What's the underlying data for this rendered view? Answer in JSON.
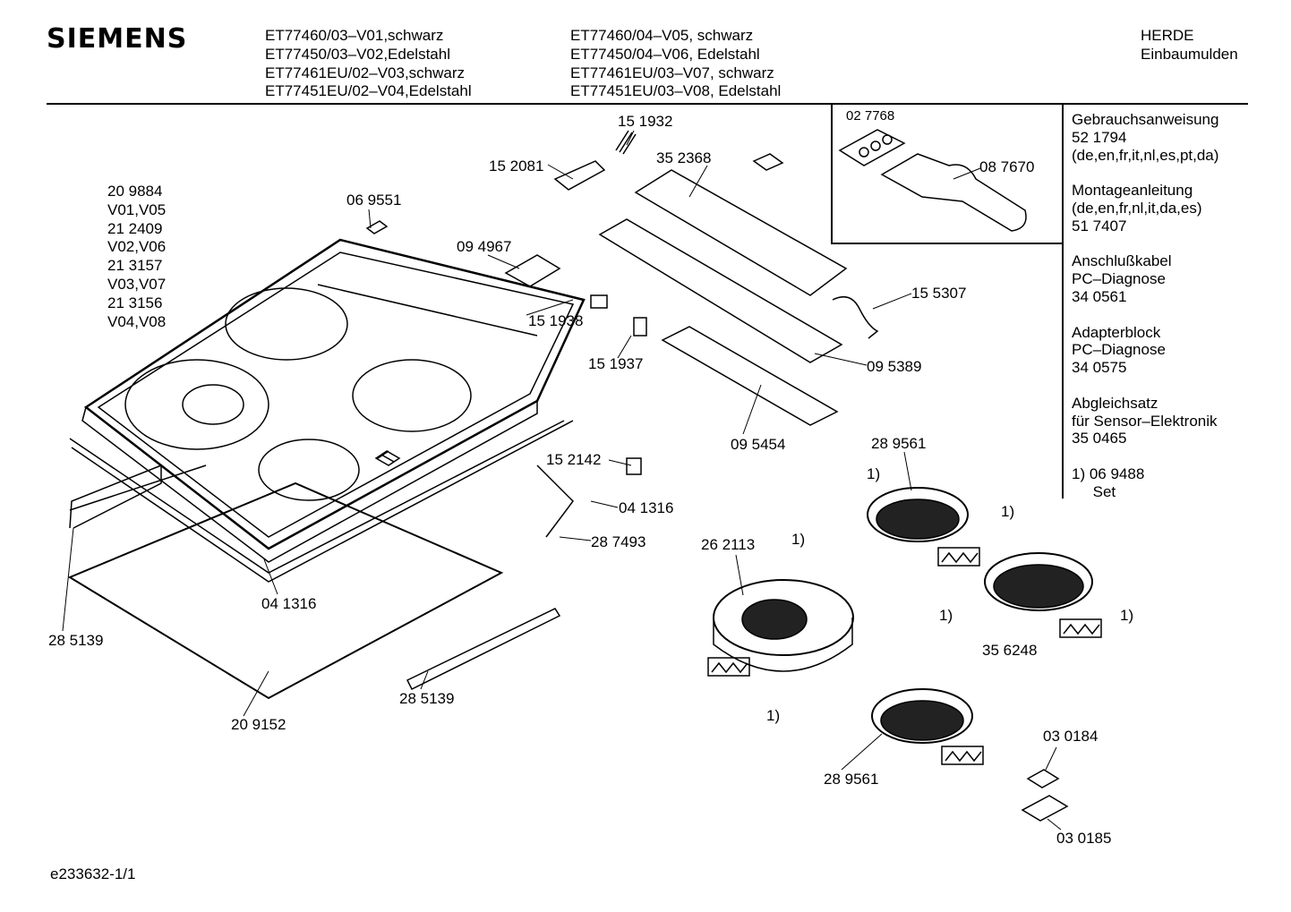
{
  "brand": "SIEMENS",
  "models_col1": [
    "ET77460/03–V01,schwarz",
    "ET77450/03–V02,Edelstahl",
    "ET77461EU/02–V03,schwarz",
    "ET77451EU/02–V04,Edelstahl"
  ],
  "models_col2": [
    "ET77460/04–V05, schwarz",
    "ET77450/04–V06, Edelstahl",
    "ET77461EU/03–V07, schwarz",
    "ET77451EU/03–V08, Edelstahl"
  ],
  "category": [
    "HERDE",
    "Einbaumulden"
  ],
  "docs": [
    "Gebrauchsanweisung",
    "52 1794",
    "(de,en,fr,it,nl,es,pt,da)",
    "",
    "Montageanleitung",
    "(de,en,fr,nl,it,da,es)",
    "51 7407",
    "",
    "Anschlußkabel",
    "PC–Diagnose",
    "34 0561",
    "",
    "Adapterblock",
    "PC–Diagnose",
    "34 0575",
    "",
    "Abgleichsatz",
    "für Sensor–Elektronik",
    "35 0465",
    "",
    "1) 06 9488",
    "     Set"
  ],
  "variants": [
    "20 9884",
    "V01,V05",
    "21 2409",
    "V02,V06",
    "21 3157",
    "V03,V07",
    "21 3156",
    "V04,V08"
  ],
  "parts": [
    "15 1932",
    "15 2081",
    "35 2368",
    "06 9551",
    "09 4967",
    "15 1938",
    "15 1937",
    "15 5307",
    "09 5389",
    "09 5454",
    "02 7768",
    "08 7670",
    "28 9561",
    "15 2142",
    "04 1316",
    "28 7493",
    "26 2113",
    "04 1316",
    "28 5139",
    "35 6248",
    "28 5139",
    "20 9152",
    "28 9561",
    "03 0184",
    "03 0185"
  ],
  "footnote_marker": "1)",
  "footer": "e233632-1/1"
}
